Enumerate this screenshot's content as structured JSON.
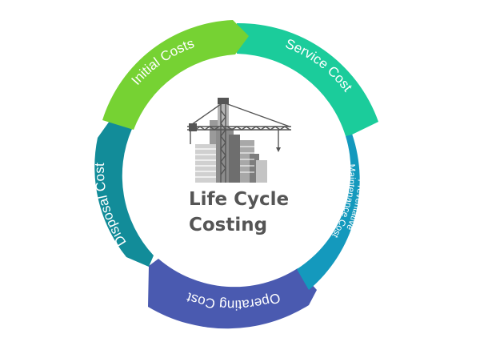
{
  "center": {
    "title_line1": "Life Cycle",
    "title_line2": "Costing",
    "illustration_icon": "building-crane-icon"
  },
  "segments": [
    {
      "label": "Initial Costs",
      "color": "#76d233"
    },
    {
      "label": "Service Cost",
      "color": "#1bcc9b"
    },
    {
      "label_line1": "Preventative",
      "label_line2": "Maintenance Cost",
      "color": "#1499bd"
    },
    {
      "label": "Operating Cost",
      "color": "#4a5ab0"
    },
    {
      "label": "Disposal Cost",
      "color": "#128c99"
    }
  ]
}
